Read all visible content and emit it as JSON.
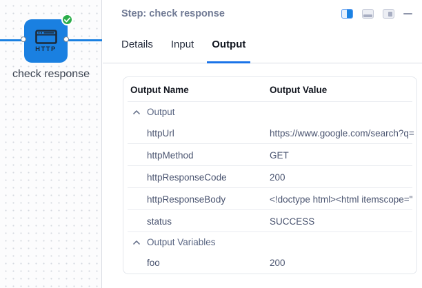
{
  "canvas": {
    "node": {
      "type_icon": "http-connector-icon",
      "icon_text": "HTTP",
      "label": "check response",
      "status_icon": "success-check-icon"
    },
    "colors": {
      "node_blue": "#1a80e1",
      "success_green": "#2bad4a"
    }
  },
  "panel": {
    "header": {
      "title": "Step: check response",
      "view_toggles": [
        {
          "icon": "split-view-icon",
          "active": true
        },
        {
          "icon": "bottom-panel-icon",
          "active": false
        },
        {
          "icon": "right-panel-icon",
          "active": false
        }
      ],
      "collapse_icon": "minimize-icon"
    },
    "tabs": [
      {
        "label": "Details",
        "active": false
      },
      {
        "label": "Input",
        "active": false
      },
      {
        "label": "Output",
        "active": true
      }
    ],
    "output_table": {
      "columns": [
        "Output Name",
        "Output Value"
      ],
      "groups": [
        {
          "label": "Output",
          "collapse_icon": "chevron-up-icon",
          "rows": [
            {
              "name": "httpUrl",
              "value": "https://www.google.com/search?q="
            },
            {
              "name": "httpMethod",
              "value": "GET"
            },
            {
              "name": "httpResponseCode",
              "value": "200"
            },
            {
              "name": "httpResponseBody",
              "value": "<!doctype html><html itemscope=\""
            },
            {
              "name": "status",
              "value": "SUCCESS"
            }
          ]
        },
        {
          "label": "Output Variables",
          "collapse_icon": "chevron-up-icon",
          "rows": [
            {
              "name": "foo",
              "value": "200"
            }
          ]
        }
      ]
    },
    "colors": {
      "tab_underline": "#1a73e8",
      "title_text": "#707a94"
    }
  }
}
